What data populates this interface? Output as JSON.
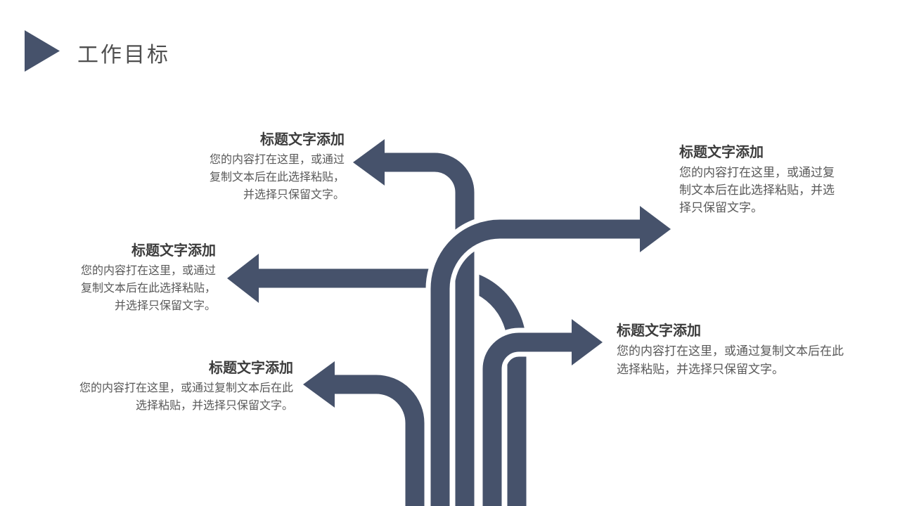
{
  "slide": {
    "title": "工作目标"
  },
  "colors": {
    "accent": "#46526B",
    "casing": "#FFFFFF",
    "slide_title_text": "#4F4F4F",
    "block_title_text": "#3C3C3C",
    "body_text": "#595959",
    "background": "#FFFFFF"
  },
  "blocks": [
    {
      "position": "top-left",
      "title": "标题文字添加",
      "body": "您的内容打在这里，或通过复制文本后在此选择粘贴，并选择只保留文字。"
    },
    {
      "position": "top-right",
      "title": "标题文字添加",
      "body": "您的内容打在这里，或通过复制文本后在此选择粘贴，并选择只保留文字。"
    },
    {
      "position": "middle-left",
      "title": "标题文字添加",
      "body": "您的内容打在这里，或通过复制文本后在此选择粘贴，并选择只保留文字。"
    },
    {
      "position": "middle-right",
      "title": "标题文字添加",
      "body": "您的内容打在这里，或通过复制文本后在此选择粘贴，并选择只保留文字。"
    },
    {
      "position": "bottom-left",
      "title": "标题文字添加",
      "body": "您的内容打在这里，或通过复制文本后在此选择粘贴，并选择只保留文字。"
    }
  ],
  "diagram": {
    "arrows": [
      "arrow-middle-left",
      "arrow-top-left",
      "arrow-top-right",
      "arrow-middle-right",
      "arrow-bottom-left"
    ]
  }
}
